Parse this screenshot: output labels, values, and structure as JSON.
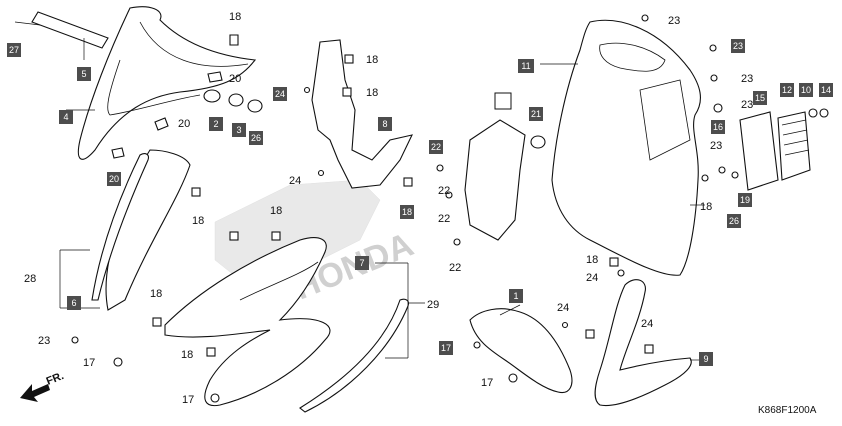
{
  "diagram": {
    "code": "K868F1200A",
    "direction_label": "FR.",
    "watermark_text": "HONDA",
    "boxed_numbers": [
      "27",
      "5",
      "4",
      "2",
      "3",
      "26",
      "20",
      "11",
      "23",
      "21",
      "22",
      "8",
      "18",
      "24",
      "15",
      "12",
      "10",
      "14",
      "16",
      "19",
      "26",
      "17",
      "1",
      "9",
      "7",
      "6"
    ],
    "plain_numbers": [
      "18",
      "20",
      "20",
      "18",
      "18",
      "24",
      "24",
      "18",
      "23",
      "23",
      "23",
      "22",
      "22",
      "22",
      "18",
      "24",
      "23",
      "28",
      "29",
      "23",
      "17",
      "18",
      "18",
      "17",
      "17",
      "24",
      "18",
      "18"
    ]
  },
  "colors": {
    "tag": "#4d4d4d",
    "line": "#111111",
    "watermark": "#cfcfcf"
  }
}
